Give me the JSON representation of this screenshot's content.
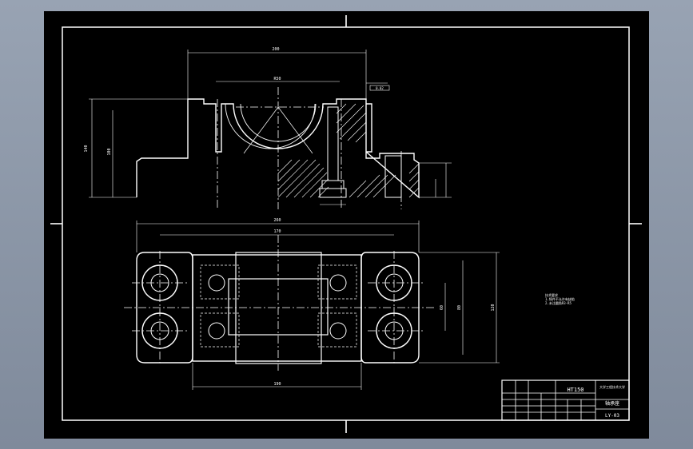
{
  "drawing": {
    "colors": {
      "background": "#8f99a8",
      "sheet": "#000000",
      "line": "#ffffff",
      "center": "#ffffff"
    },
    "dimensions": {
      "top_overall": "200",
      "top_bore": "R50",
      "left_height": "140",
      "left_inner": "100",
      "right_tol": "0.02",
      "plan_overall": "260",
      "plan_inner": "170",
      "plan_bottom": "190",
      "right_h1": "120",
      "right_h2": "80",
      "right_h3": "60"
    },
    "notes": {
      "title": "技术要求",
      "line1": "1.铸件不允许有缺陷",
      "line2": "2.未注圆角R3-R5"
    },
    "title_block": {
      "material": "HT150",
      "school": "大学工程技术大学",
      "part_name": "轴承座",
      "drawing_no": "LY-03"
    }
  }
}
